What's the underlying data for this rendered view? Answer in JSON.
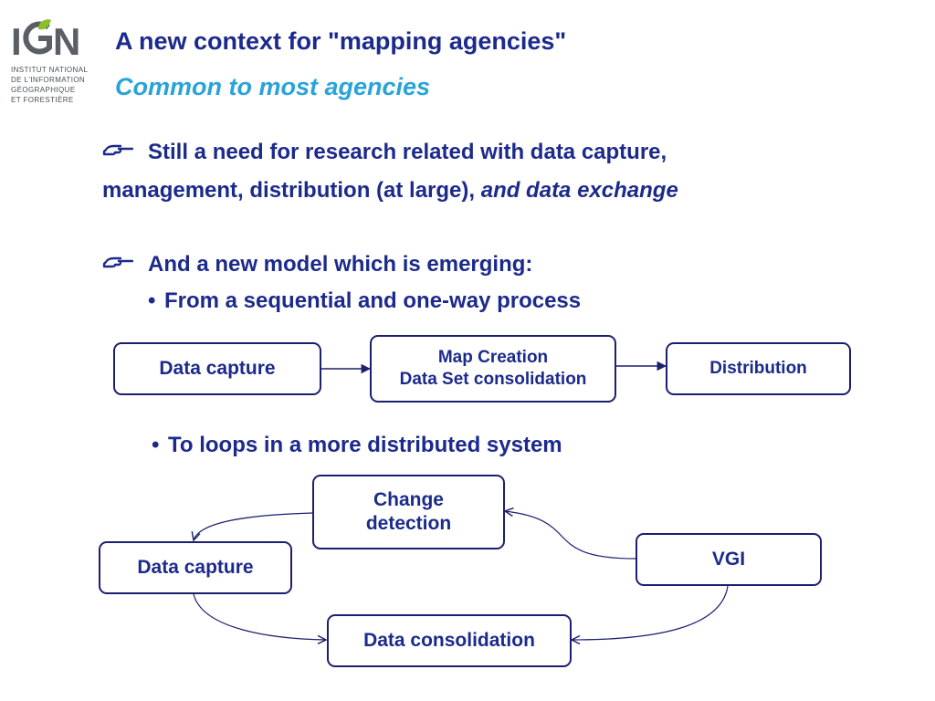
{
  "logo": {
    "name": "IGN",
    "subtitle_lines": [
      "INSTITUT NATIONAL",
      "DE L'INFORMATION",
      "GÉOGRAPHIQUE",
      "ET FORESTIÈRE"
    ]
  },
  "header": {
    "title": "A new context for \"mapping agencies\"",
    "subtitle": "Common to most agencies"
  },
  "bullets": {
    "research_line1": "Still a need for research related with data capture,",
    "research_line2_normal": "management, distribution (at large), ",
    "research_line2_italic": "and data exchange",
    "model": "And a new model which is emerging:",
    "sequential": "From a sequential and one-way process",
    "loops": "To loops in a more distributed system"
  },
  "sequential_flow": {
    "data_capture": "Data capture",
    "map_creation_line1": "Map Creation",
    "map_creation_line2": "Data Set consolidation",
    "distribution": "Distribution"
  },
  "loop_flow": {
    "change_detection_line1": "Change",
    "change_detection_line2": "detection",
    "data_capture": "Data capture",
    "vgi": "VGI",
    "data_consolidation": "Data consolidation"
  },
  "colors": {
    "title": "#1c2a8c",
    "subtitle": "#2aa3d9",
    "box_border": "#1c1f70",
    "logo_green": "#8cbf2a",
    "logo_grey": "#5a5f66"
  },
  "icons": {
    "bullet_marker": "pointing-hand-icon"
  }
}
